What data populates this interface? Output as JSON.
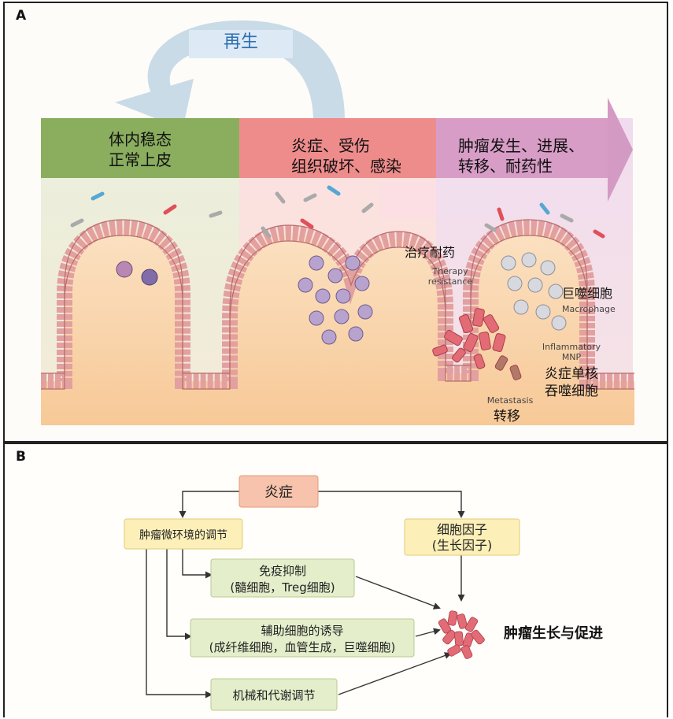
{
  "panel_a": {
    "label": "A",
    "regen": "再生",
    "stage1": [
      "体内稳态",
      "正常上皮"
    ],
    "stage2": [
      "炎症、受伤",
      "组织破坏、感染"
    ],
    "stage3": [
      "肿瘤发生、进展、",
      "转移、耐药性"
    ],
    "therapy_cn": "治疗耐药",
    "therapy_en": [
      "Therapy",
      "resistance"
    ],
    "macro_cn": "巨噬细胞",
    "macro_en": "Macrophage",
    "mnp_en": [
      "Inflammatory",
      "MNP"
    ],
    "mnp_cn": [
      "炎症单核",
      "吞噬细胞"
    ],
    "meta_en": "Metastasis",
    "meta_cn": "转移"
  },
  "panel_b": {
    "label": "B",
    "inflammation": "炎症",
    "tme": "肿瘤微环境的调节",
    "cytokine": [
      "细胞因子",
      "(生长因子)"
    ],
    "immune": [
      "免疫抑制",
      "(髓细胞，Treg细胞)"
    ],
    "helper": [
      "辅助细胞的诱导",
      "(成纤维细胞，血管生成，巨噬细胞)"
    ],
    "mech": "机械和代谢调节",
    "tumor": "肿瘤生长与促进"
  },
  "colors": {
    "green": "#8aad5e",
    "red": "#ee8c8c",
    "purple": "#d79dc6",
    "regen_arrow": "#c9dbe6",
    "inflammation_box": "#f7c3ac",
    "yellow_box": "#fcefb8",
    "green_box": "#e4eecb"
  }
}
